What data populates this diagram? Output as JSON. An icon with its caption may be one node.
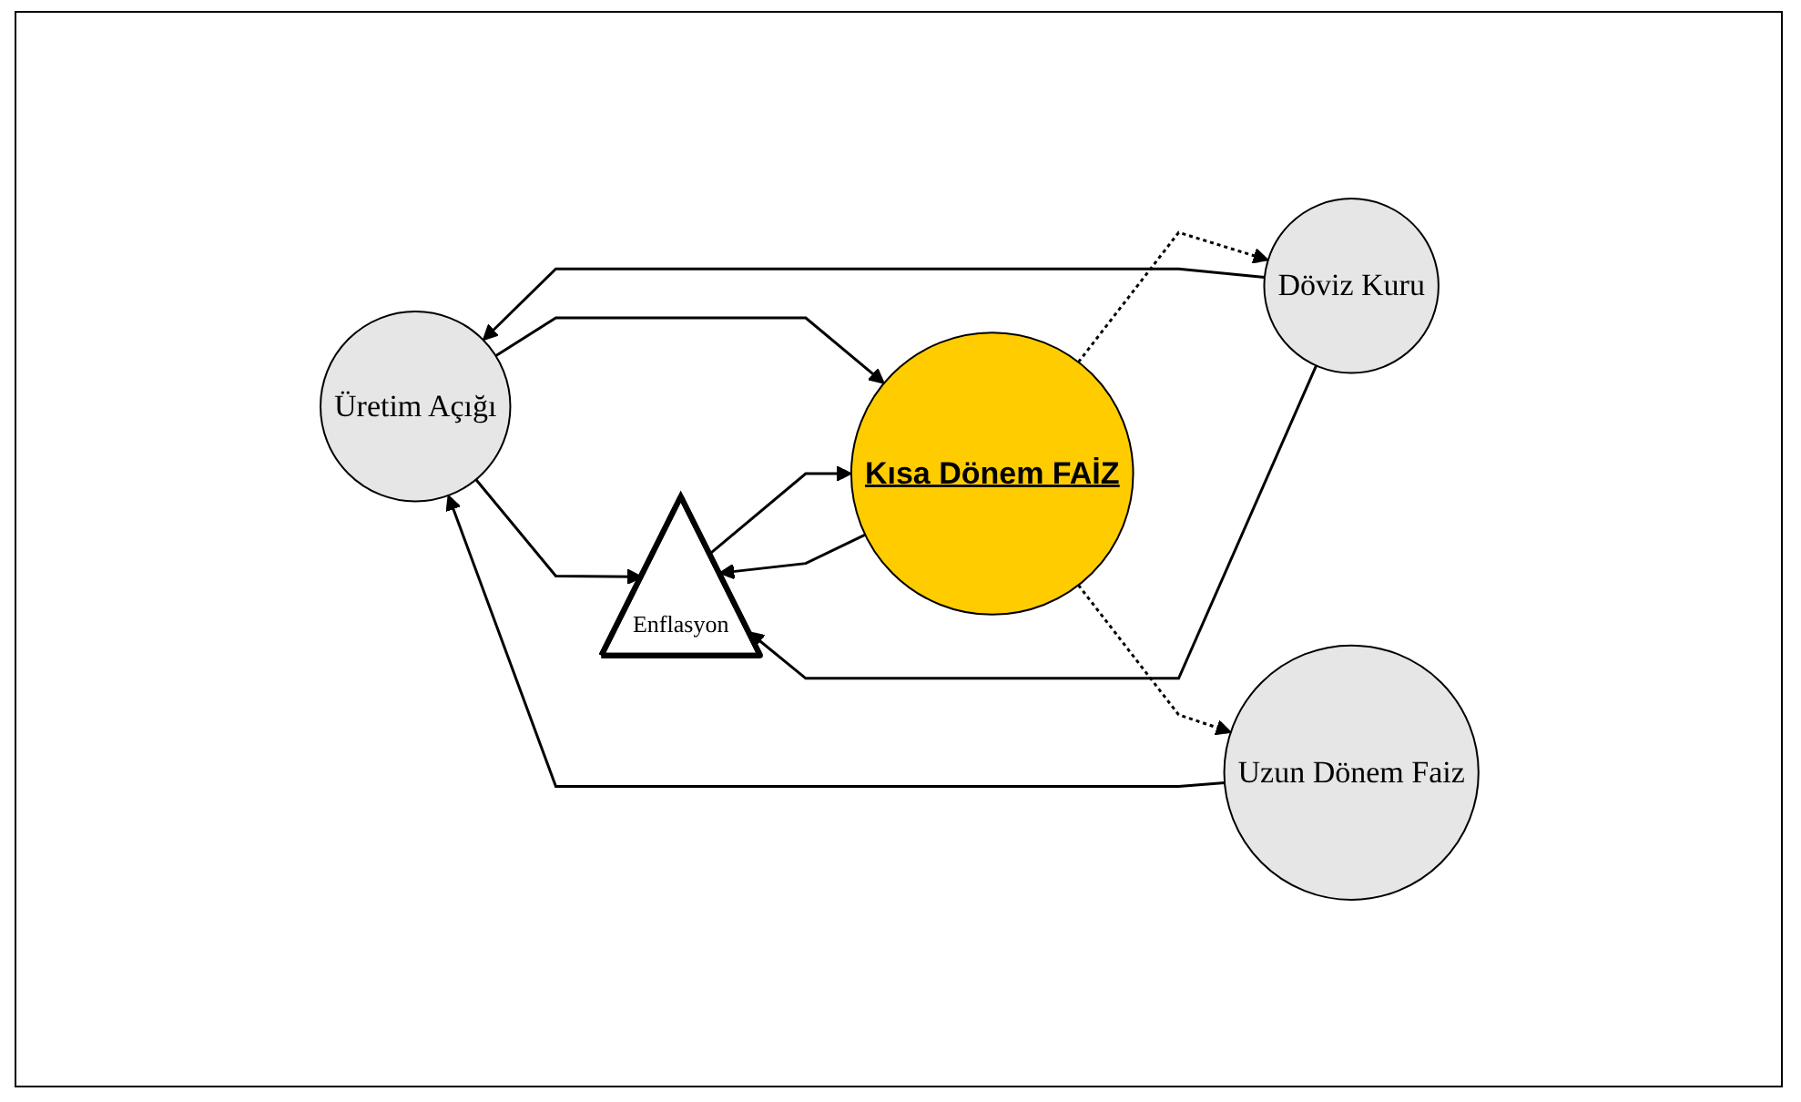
{
  "diagram": {
    "nodes": [
      {
        "text": [
          "Üretim Açığı"
        ]
      },
      {
        "text": [
          "Döviz Kuru"
        ]
      },
      {
        "text": [
          "Enflasyon"
        ]
      },
      {
        "text": [
          "Uzun Dönem Faiz"
        ]
      },
      {
        "text": [
          "Kısa Dönem FAİZ"
        ]
      }
    ],
    "edges": [
      {
        "from": 0,
        "to": 2,
        "arrow": "to"
      },
      {
        "from": 1,
        "to": 0,
        "arrow": "to"
      },
      {
        "from": 1,
        "to": 2,
        "arrow": "to"
      },
      {
        "from": 0,
        "to": 4,
        "arrow": "to"
      },
      {
        "from": 4,
        "to": 1,
        "arrow": "to",
        "style": "dashed"
      },
      {
        "from": 4,
        "to": 2,
        "arrow": "to"
      },
      {
        "from": 3,
        "to": 0,
        "arrow": "to"
      },
      {
        "from": 2,
        "to": 4,
        "arrow": "to"
      },
      {
        "from": 4,
        "to": 3,
        "arrow": "to",
        "style": "dashed"
      }
    ]
  }
}
